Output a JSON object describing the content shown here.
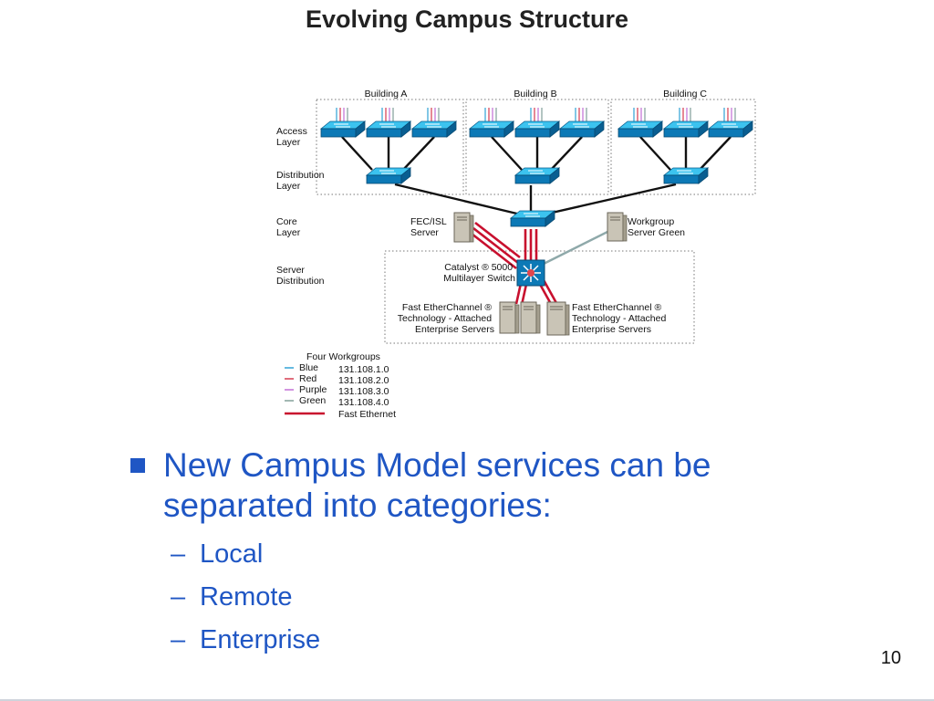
{
  "slide": {
    "title": "Evolving Campus Structure",
    "page_number": "10"
  },
  "diagram": {
    "buildings": [
      "Building A",
      "Building B",
      "Building C"
    ],
    "layers": {
      "access": [
        "Access",
        "Layer"
      ],
      "distribution": [
        "Distribution",
        "Layer"
      ],
      "core": [
        "Core",
        "Layer"
      ],
      "server_distribution": [
        "Server",
        "Distribution"
      ]
    },
    "fec_server": [
      "FEC/ISL",
      "Server"
    ],
    "workgroup_server": [
      "Workgroup",
      "Server Green"
    ],
    "catalyst": [
      "Catalyst ® 5000",
      "Multilayer Switch"
    ],
    "fec_left": [
      "Fast EtherChannel ®",
      "Technology  - Attached",
      "Enterprise Servers"
    ],
    "fec_right": [
      "Fast EtherChannel ®",
      "Technology  - Attached",
      "Enterprise Servers"
    ],
    "legend": {
      "title": "Four Workgroups",
      "items": [
        {
          "label": "Blue",
          "address": "131.108.1.0",
          "color": "#3fa9d8"
        },
        {
          "label": "Red",
          "address": "131.108.2.0",
          "color": "#d9485b"
        },
        {
          "label": "Purple",
          "address": "131.108.3.0",
          "color": "#c77ad8"
        },
        {
          "label": "Green",
          "address": "131.108.4.0",
          "color": "#8aa6a0"
        }
      ],
      "fast_ethernet": {
        "label": "Fast Ethernet",
        "color": "#c8102e"
      }
    },
    "colors": {
      "switch_top": "#3cc3ef",
      "switch_front": "#0c79b6",
      "switch_side": "#095e91",
      "server_body": "#c9c4b6",
      "server_side": "#a49e8e",
      "gray_link": "#8fa9aa"
    }
  },
  "bullets": {
    "main": "New Campus Model services can be separated into categories:",
    "subs": [
      "Local",
      "Remote",
      "Enterprise"
    ]
  }
}
